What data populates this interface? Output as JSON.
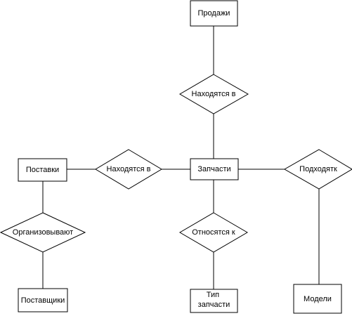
{
  "entities": {
    "prodazhi": "Продажи",
    "zapchasti": "Запчасти",
    "postavki": "Поставки",
    "postavshchiki": "Поставщики",
    "tip_zapchasti": [
      "Тип",
      "запчасти"
    ],
    "modeli": "Модели"
  },
  "relationships": {
    "nahodyatsya_v_top": "Находятся в",
    "nahodyatsya_v_left": "Находятся в",
    "otnosyatsya_k": "Относятся к",
    "podhodyat_k": "Подходятк",
    "organizovyvayut": "Организовывают"
  }
}
